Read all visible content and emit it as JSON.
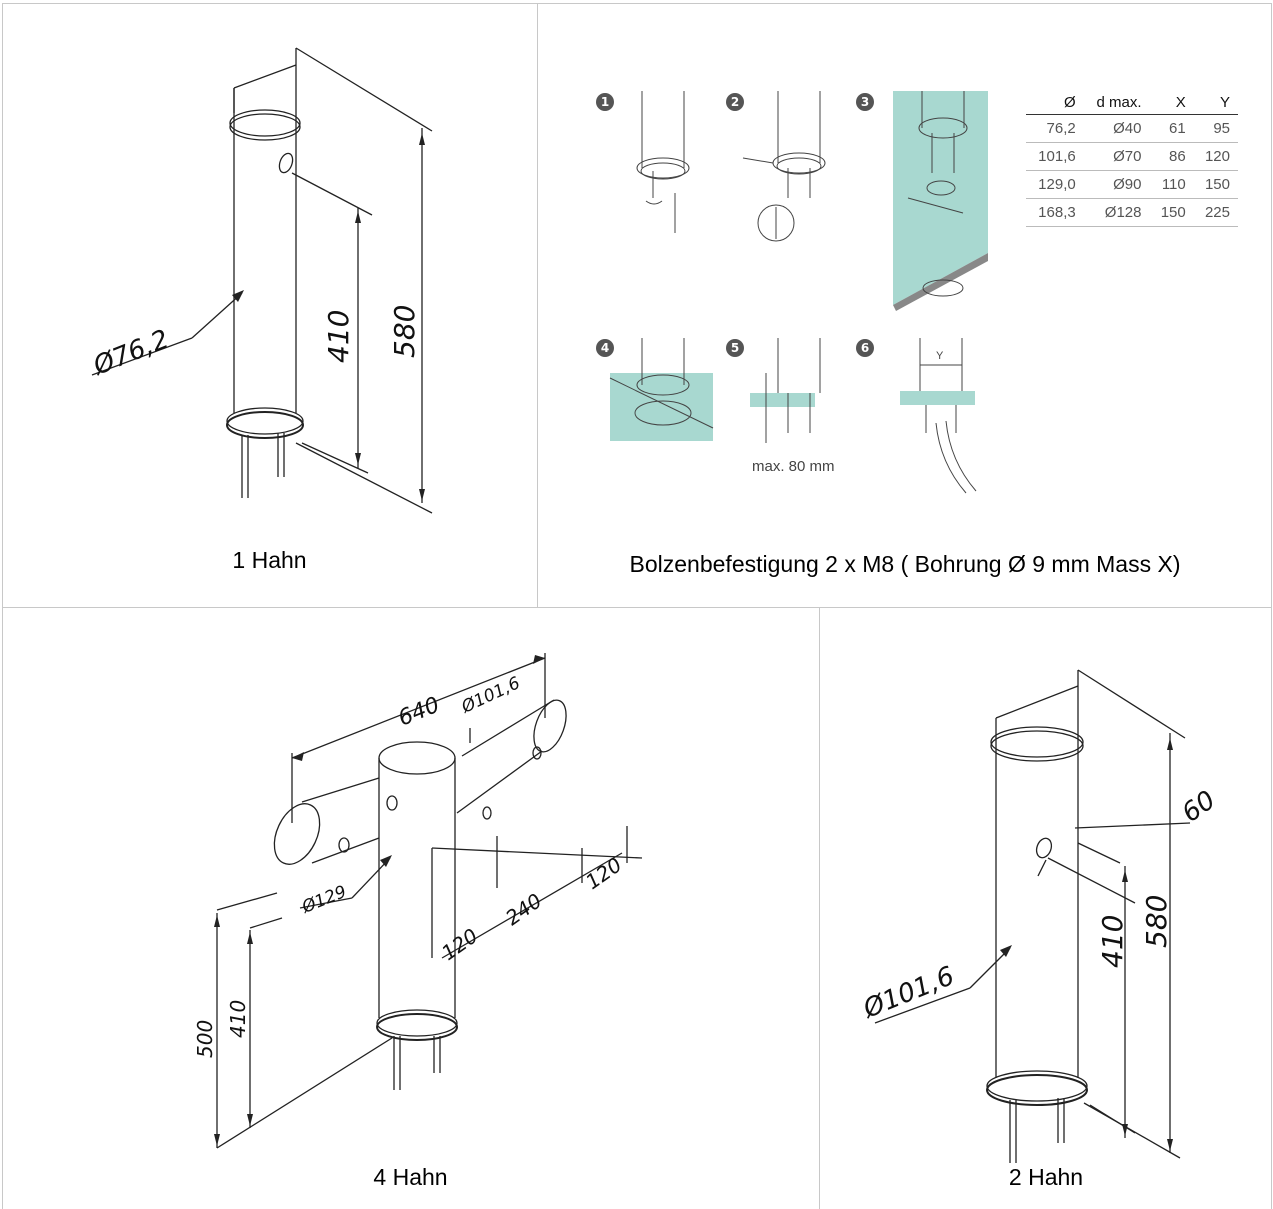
{
  "cells": {
    "one_tap": {
      "caption": "1 Hahn",
      "diameter": "Ø76,2",
      "height_inner": "410",
      "height_outer": "580"
    },
    "mounting": {
      "caption": "Bolzenbefestigung 2 x M8 ( Bohrung Ø 9 mm Mass X)",
      "steps": [
        "1",
        "2",
        "3",
        "4",
        "5",
        "6"
      ],
      "max_label": "max. 80 mm",
      "y_label": "Y",
      "table": {
        "headers": [
          "Ø",
          "d max.",
          "X",
          "Y"
        ],
        "rows": [
          [
            "76,2",
            "Ø40",
            "61",
            "95"
          ],
          [
            "101,6",
            "Ø70",
            "86",
            "120"
          ],
          [
            "129,0",
            "Ø90",
            "110",
            "150"
          ],
          [
            "168,3",
            "Ø128",
            "150",
            "225"
          ]
        ]
      }
    },
    "four_tap": {
      "caption": "4 Hahn",
      "width": "640",
      "arm_diameter": "Ø101,6",
      "column_diameter": "Ø129",
      "dim_120_a": "120",
      "dim_240": "240",
      "dim_120_b": "120",
      "height_outer": "500",
      "height_inner": "410"
    },
    "two_tap": {
      "caption": "2 Hahn",
      "diameter": "Ø101,6",
      "dim_60": "60",
      "height_inner": "410",
      "height_outer": "580"
    }
  },
  "colors": {
    "border": "#c8c8c8",
    "water": "#a8d8d0",
    "line": "#222222"
  }
}
